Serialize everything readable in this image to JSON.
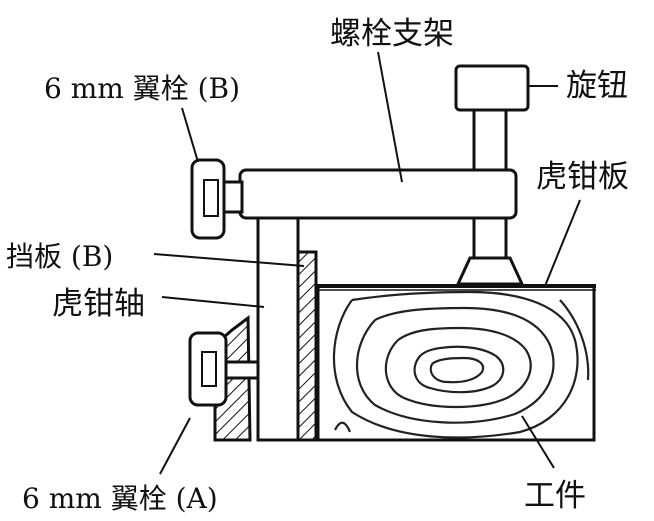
{
  "labels": {
    "bolt_bracket": "螺栓支架",
    "wing_bolt_b": "6 mm 翼栓 (B)",
    "knob": "旋钮",
    "vise_plate": "虎钳板",
    "baffle_b": "挡板 (B)",
    "vise_shaft": "虎钳轴",
    "wing_bolt_a": "6 mm 翼栓 (A)",
    "workpiece": "工件"
  },
  "colors": {
    "ink": "#111111",
    "background": "#ffffff"
  }
}
